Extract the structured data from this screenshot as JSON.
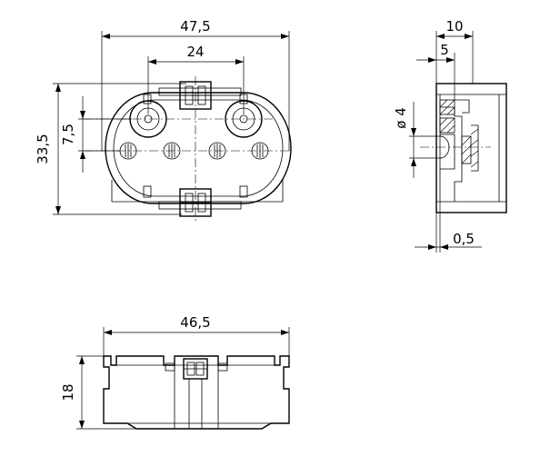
{
  "front_view": {
    "width": "47,5",
    "pin_spacing": "24",
    "height": "33,5",
    "pin_offset": "7,5"
  },
  "side_view": {
    "depth": "10",
    "depth_partial": "5",
    "hole_diameter": "ø 4",
    "plate": "0,5"
  },
  "bottom_view": {
    "width": "46,5",
    "height": "18"
  }
}
